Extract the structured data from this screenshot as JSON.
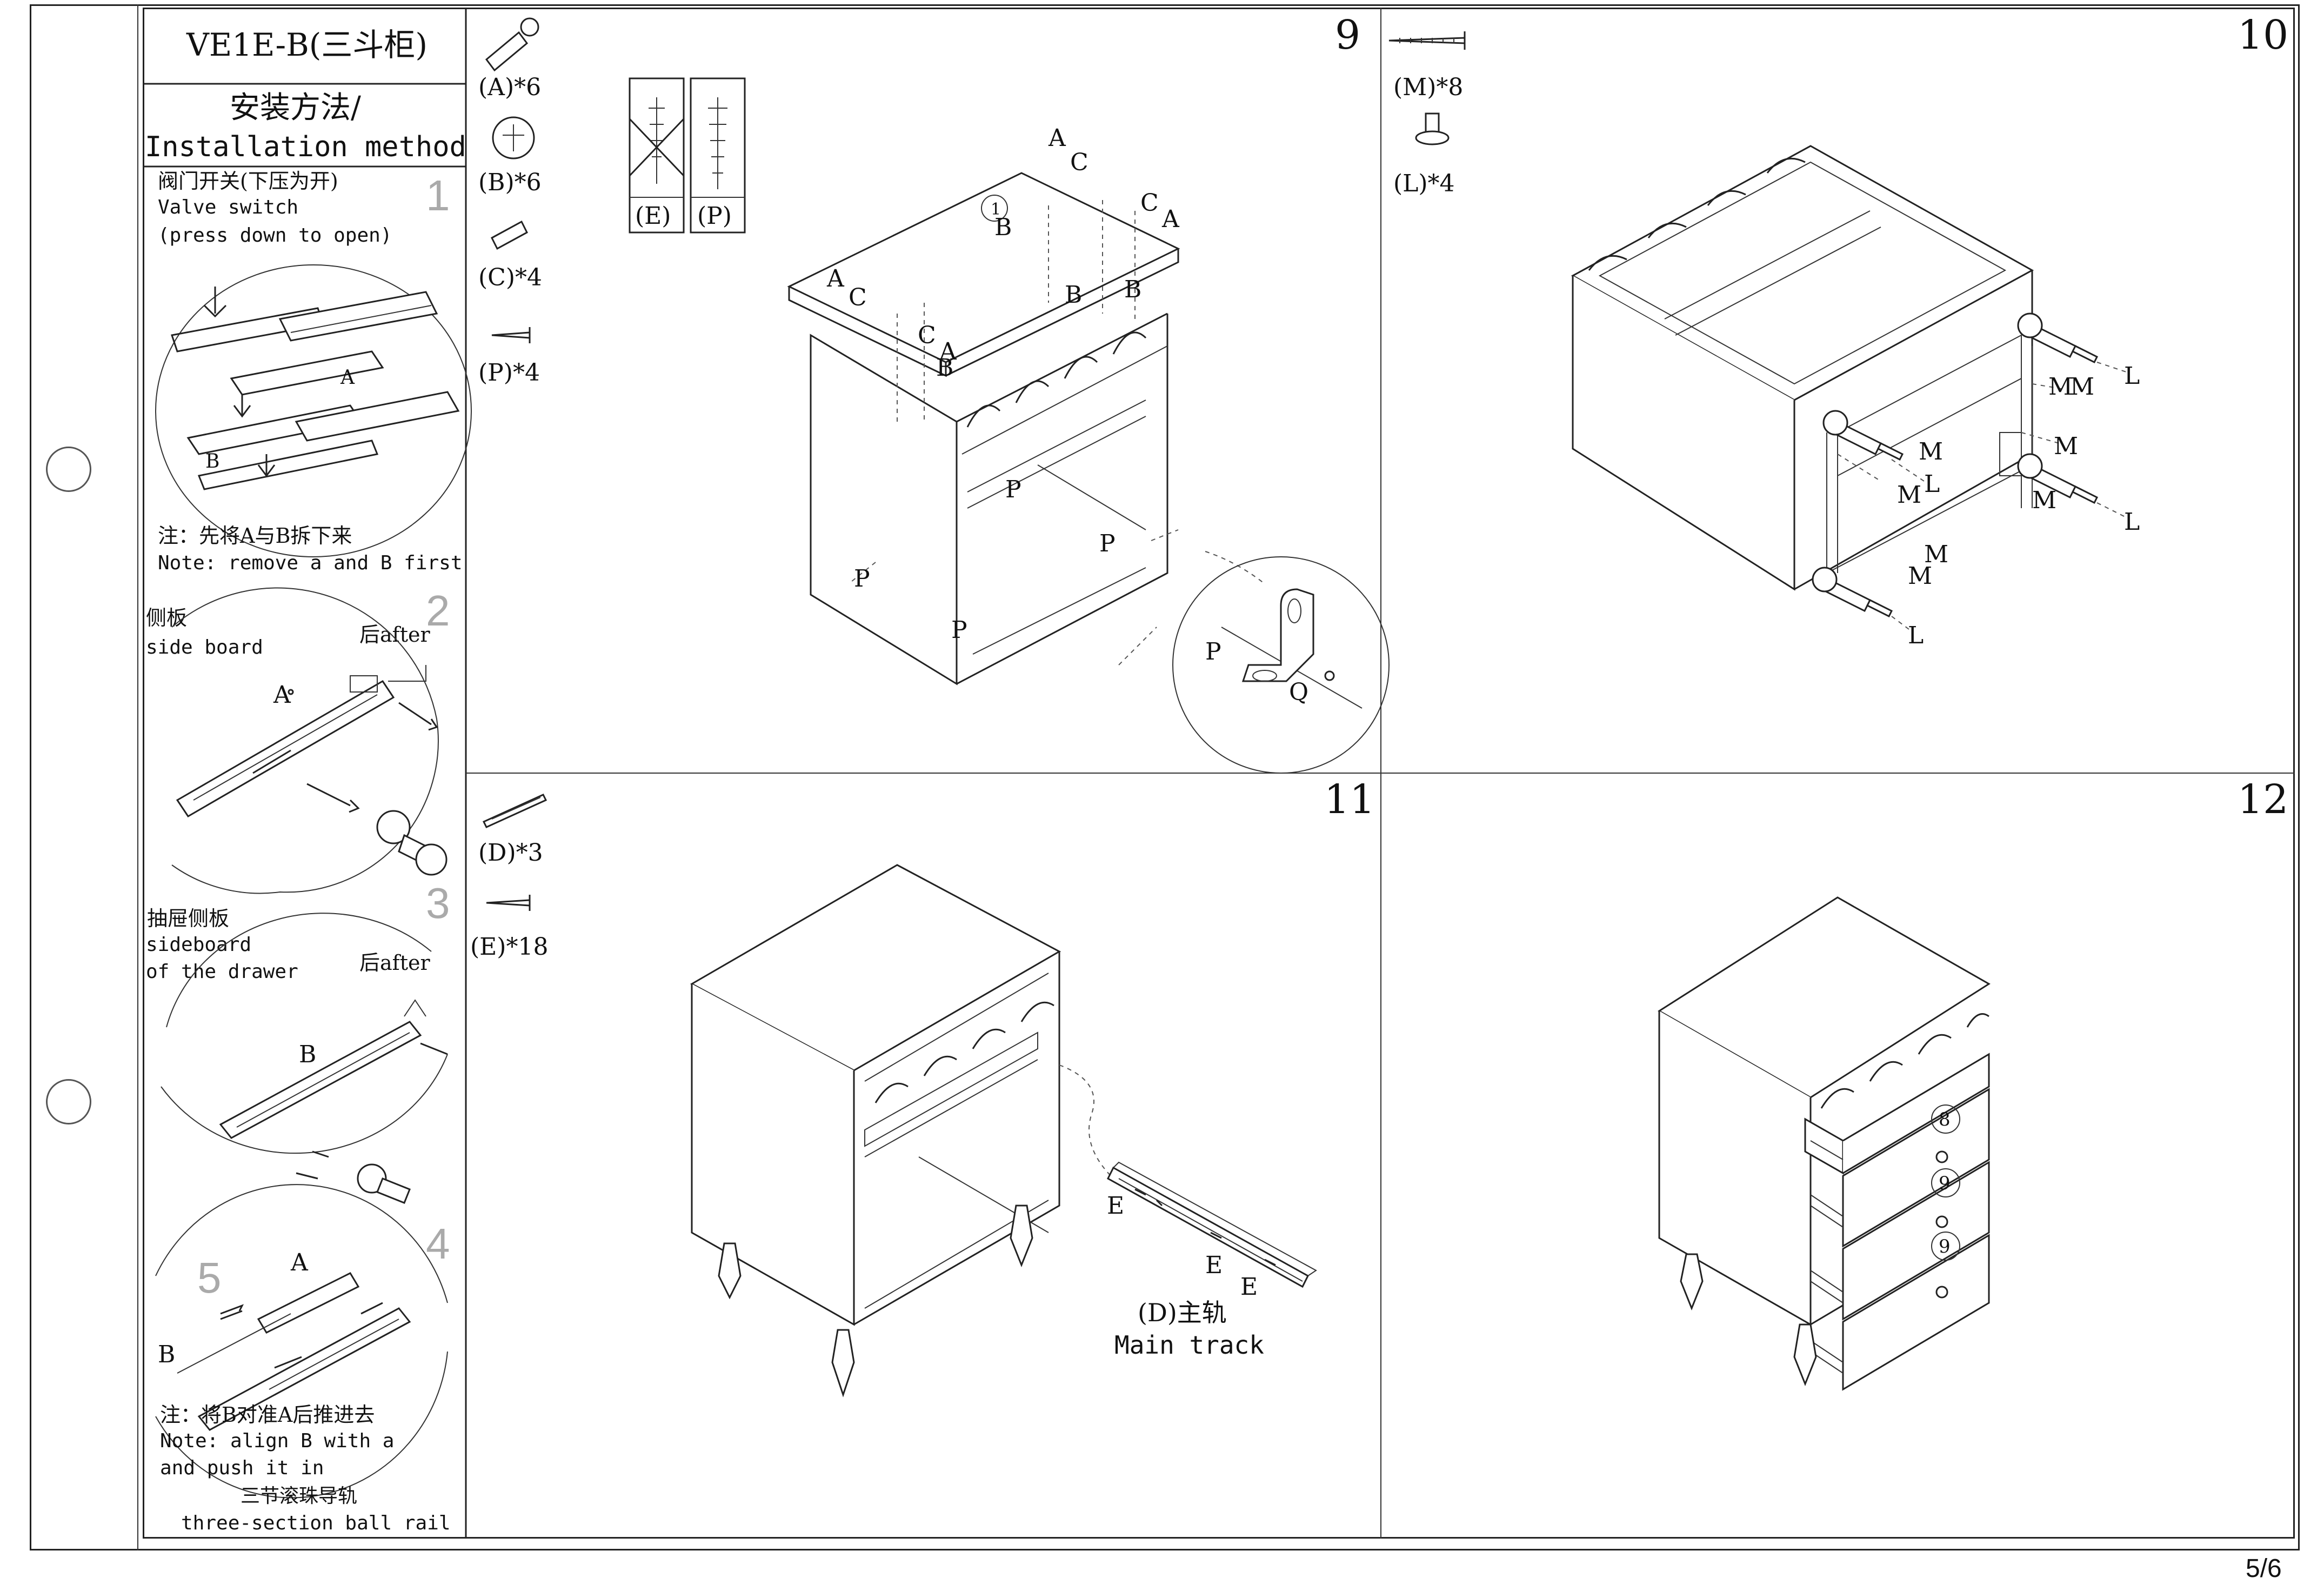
{
  "header": {
    "model": "VE1E-B(三斗柜)"
  },
  "sidebar": {
    "title_cn": "安装方法/",
    "title_en": "Installation method",
    "step1": {
      "num": "1",
      "cn": "阀门开关(下压为开)",
      "en1": "Valve switch",
      "en2": "(press down to open)",
      "label_a": "A",
      "label_b": "B",
      "note_cn": "注：先将A与B拆下来",
      "note_en": "Note: remove a and B first"
    },
    "step2": {
      "num": "2",
      "cn": "侧板",
      "en": "side board",
      "after": "后after",
      "label_a": "A"
    },
    "step3": {
      "num": "3",
      "cn": "抽屉侧板",
      "en1": "sideboard",
      "en2": "of the drawer",
      "after": "后after",
      "label_b": "B"
    },
    "step4": {
      "num": "4",
      "num5": "5",
      "label_a": "A",
      "label_b": "B",
      "note_cn": "注：将B对准A后推进去",
      "note_en1": "Note: align B with a",
      "note_en2": "and push it in",
      "rail_cn": "三节滚珠导轨",
      "rail_en": "three-section ball rail"
    }
  },
  "panel9": {
    "num": "9",
    "parts": [
      "(A)*6",
      "(B)*6",
      "(C)*4",
      "(P)*4"
    ],
    "wrong_label": "(E)",
    "right_label": "(P)",
    "circle_num": "1",
    "labels": {
      "a": "A",
      "b": "B",
      "c": "C",
      "p": "P",
      "q": "Q"
    }
  },
  "panel10": {
    "num": "10",
    "parts": [
      "(M)*8",
      "(L)*4"
    ],
    "labels": {
      "m": "M",
      "l": "L"
    }
  },
  "panel11": {
    "num": "11",
    "parts": [
      "(D)*3",
      "(E)*18"
    ],
    "labels": {
      "e": "E"
    },
    "track_cn": "(D)主轨",
    "track_en": "Main track"
  },
  "panel12": {
    "num": "12",
    "drawer_nums": [
      "8",
      "9",
      "9"
    ]
  },
  "footer": {
    "page": "5/6"
  }
}
